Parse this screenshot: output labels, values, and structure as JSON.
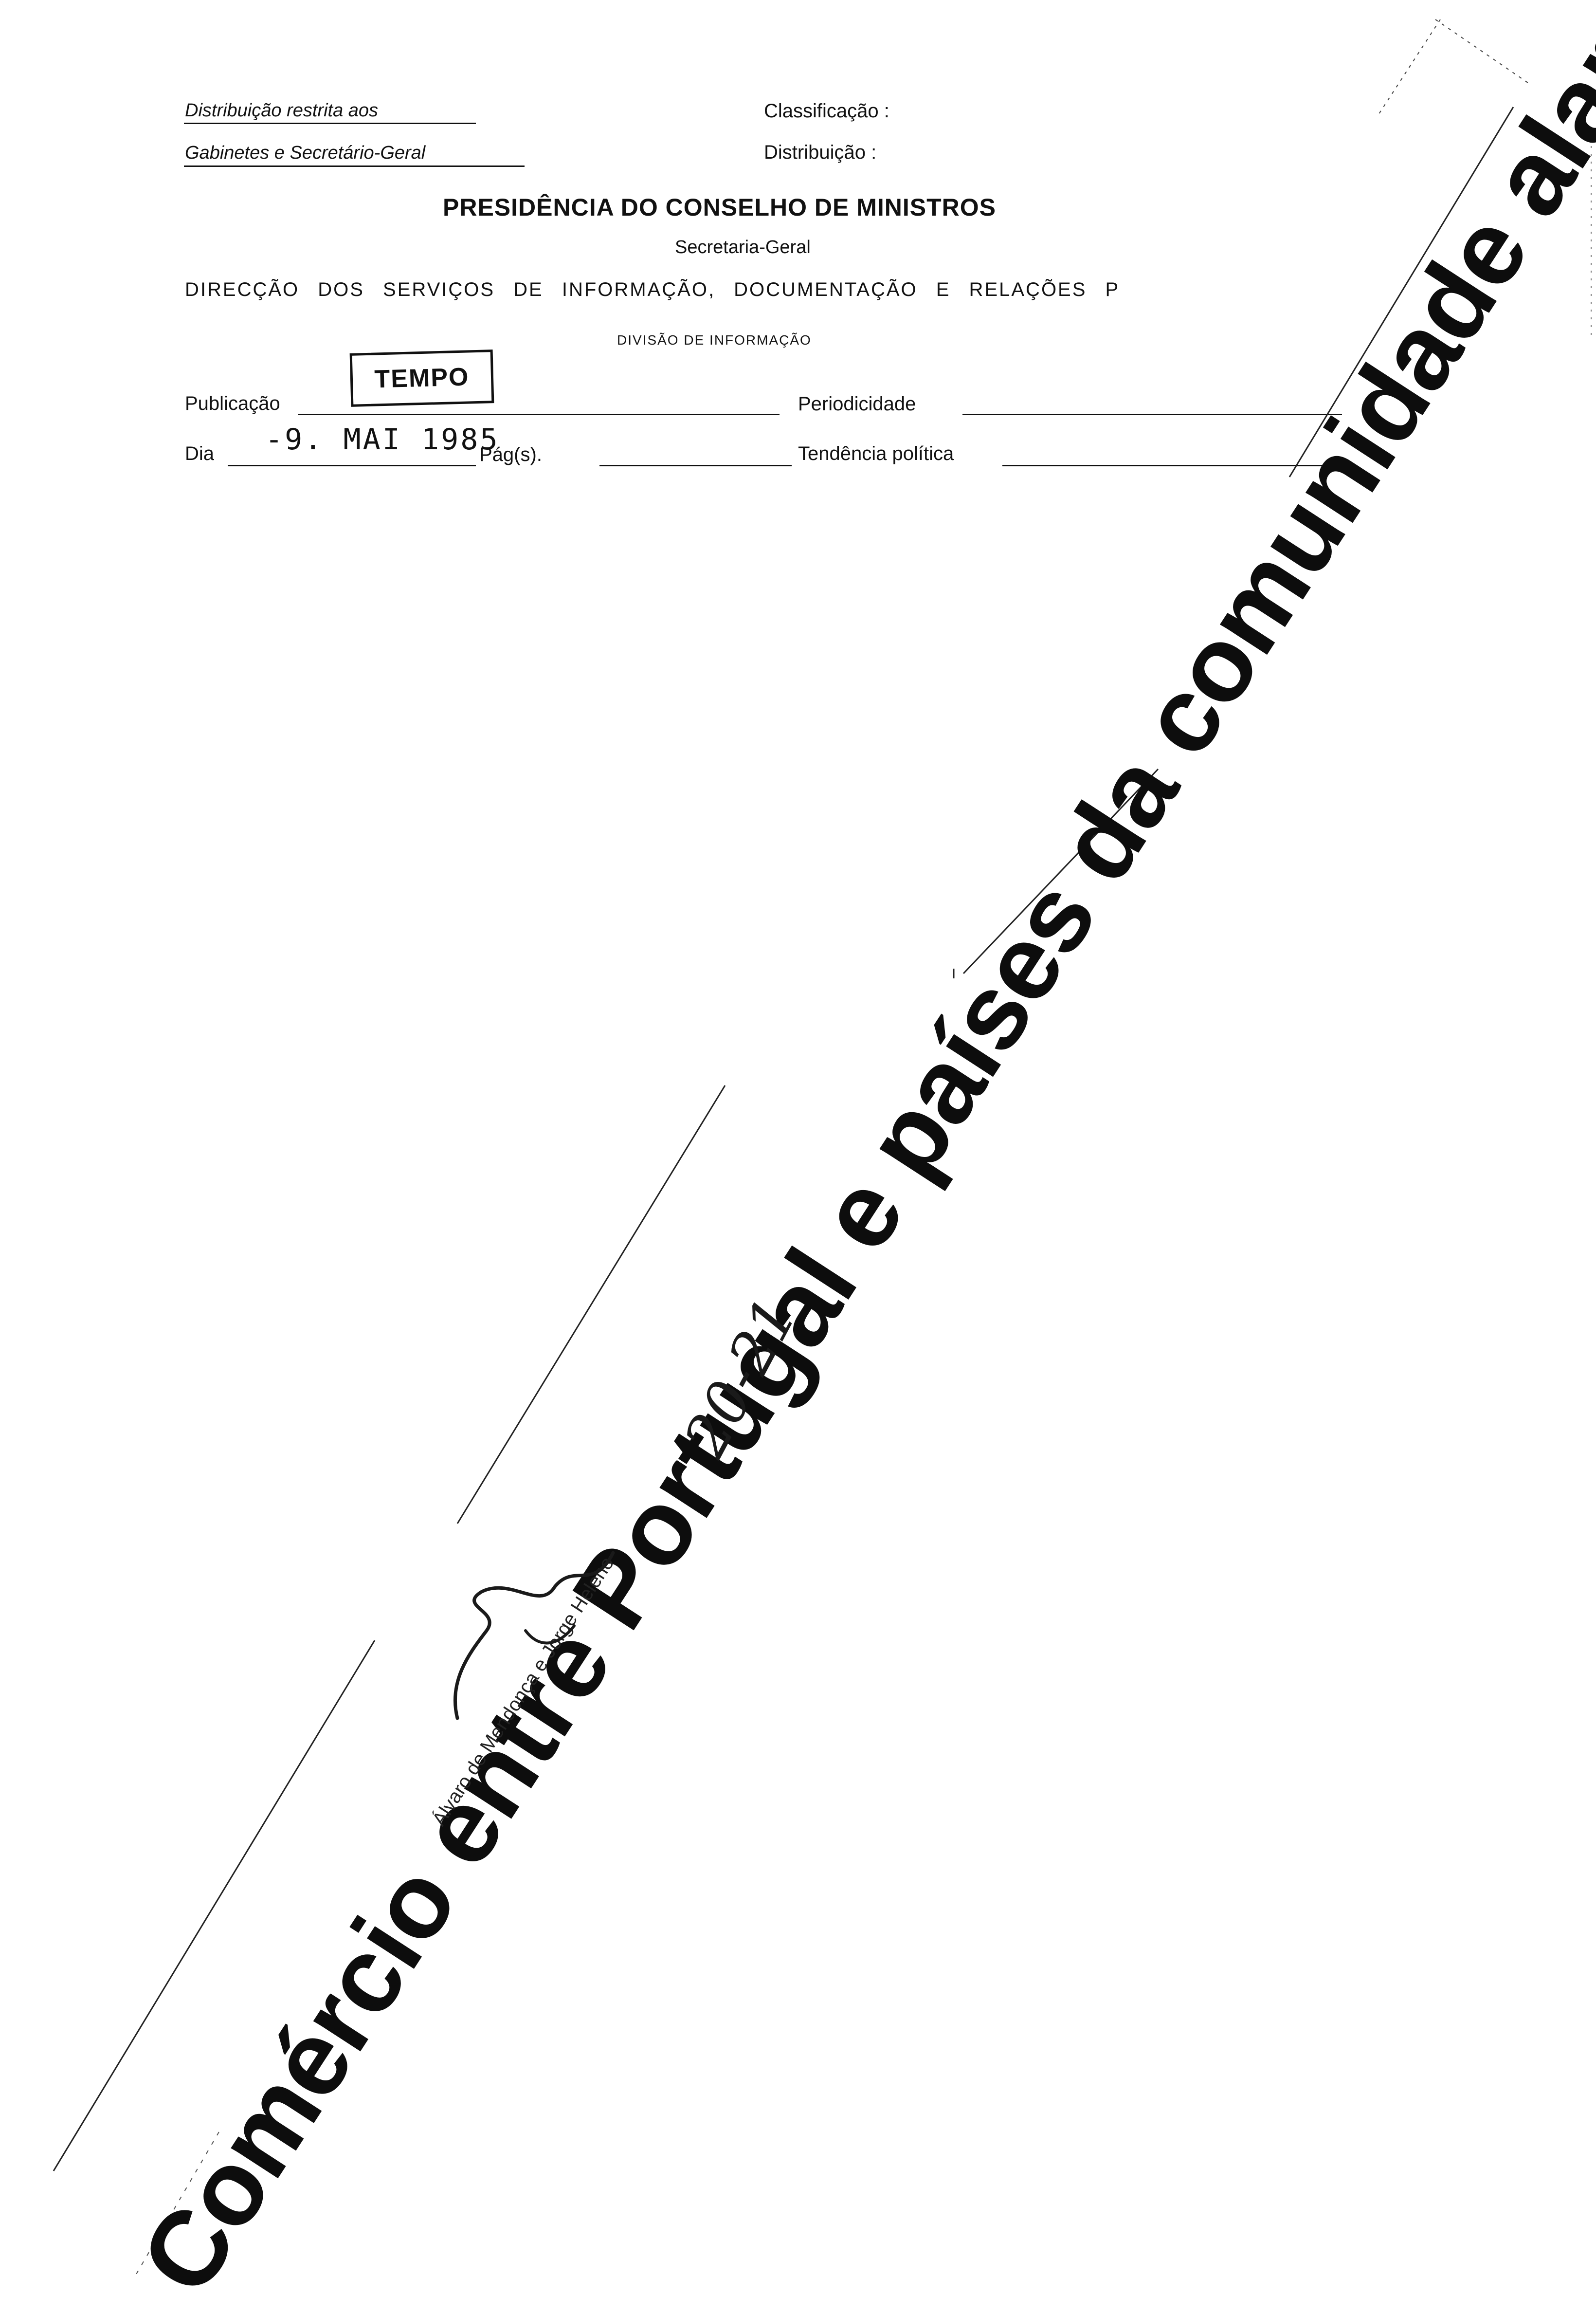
{
  "header": {
    "distribution_line1": "Distribuição restrita aos",
    "distribution_line2": "Gabinetes e Secretário-Geral",
    "classification_label": "Classificação :",
    "distribution_label": "Distribuição :",
    "organization": "PRESIDÊNCIA DO CONSELHO DE MINISTROS",
    "secretariat": "Secretaria-Geral",
    "directorate": "DIRECÇÃO DOS SERVIÇOS DE INFORMAÇÃO, DOCUMENTAÇÃO E RELAÇÕES P",
    "division": "DIVISÃO DE INFORMAÇÃO"
  },
  "fields": {
    "publication_label": "Publicação",
    "publication_value": "TEMPO",
    "periodicity_label": "Periodicidade",
    "day_label": "Dia",
    "day_value": "-9. MAI 1985",
    "pages_label": "Pág(s).",
    "political_tendency_label": "Tendência política"
  },
  "article": {
    "headline": "Comércio entre Portugal e países da comunidade alargada",
    "byline": "Álvaro de Mendonça e Jorge Heleno",
    "handwritten_pages": "20-21"
  }
}
